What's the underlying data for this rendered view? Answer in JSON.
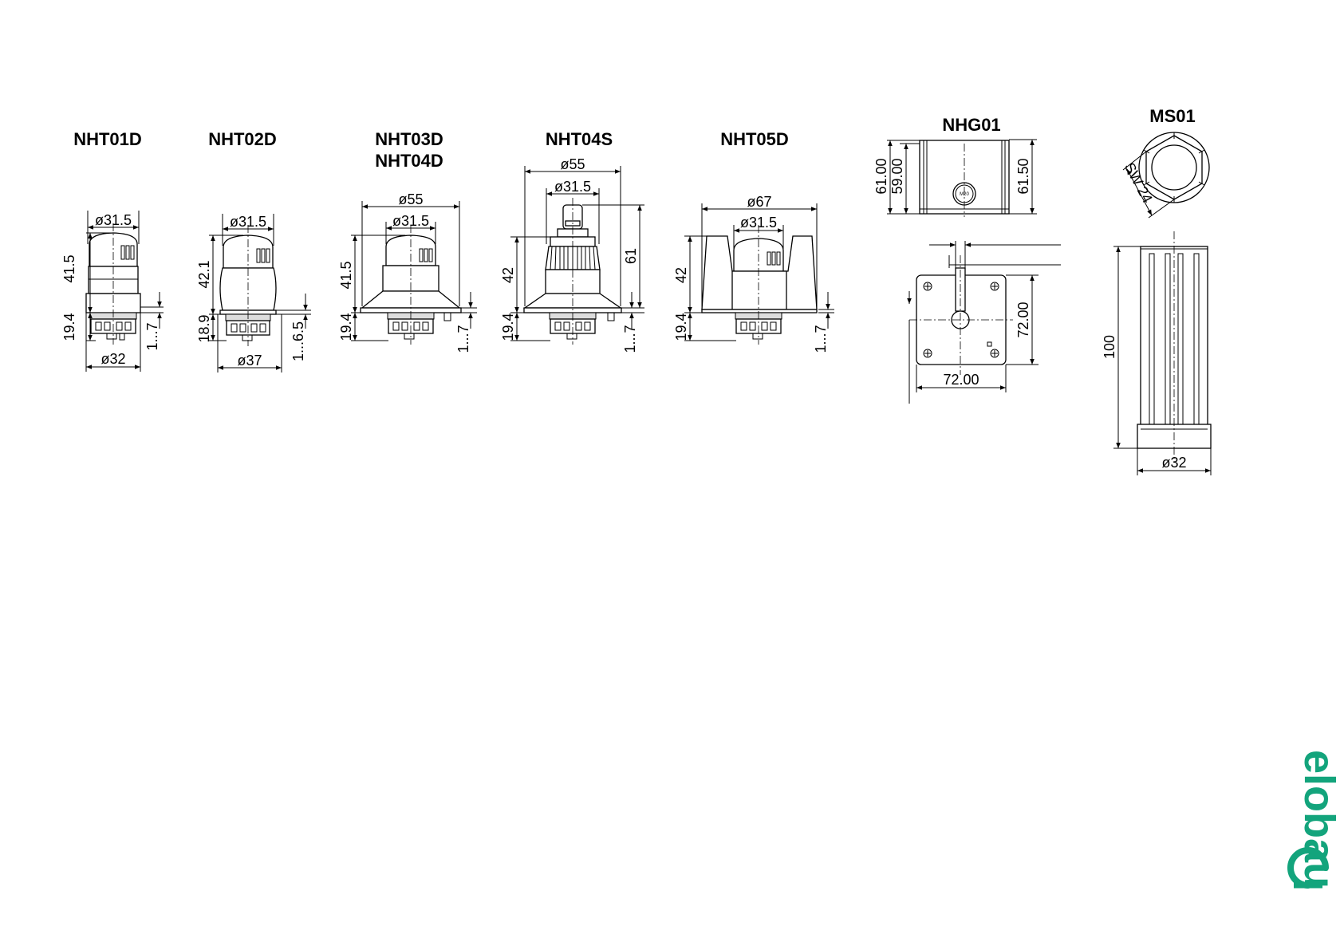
{
  "colors": {
    "brand": "#13a47c",
    "ink": "#000000"
  },
  "brand": {
    "name": "elobau",
    "logo": "elobau-e-logo"
  },
  "products": {
    "nht01d": {
      "title": "NHT01D",
      "dims": {
        "head_dia": "ø31.5",
        "height": "41.5",
        "lower": "19.4",
        "panel": "1...7",
        "base_dia": "ø32"
      }
    },
    "nht02d": {
      "title": "NHT02D",
      "dims": {
        "head_dia": "ø31.5",
        "height": "42.1",
        "lower": "18.9",
        "panel": "1...6.5",
        "base_dia": "ø37"
      }
    },
    "nht03d": {
      "title_line1": "NHT03D",
      "title_line2": "NHT04D",
      "dims": {
        "outer_dia": "ø55",
        "head_dia": "ø31.5",
        "height": "41.5",
        "lower": "19.4",
        "panel": "1...7"
      }
    },
    "nht04s": {
      "title": "NHT04S",
      "dims": {
        "outer_dia": "ø55",
        "head_dia": "ø31.5",
        "height": "42",
        "total": "61",
        "lower": "19.4",
        "panel": "1...7"
      }
    },
    "nht05d": {
      "title": "NHT05D",
      "dims": {
        "outer_dia": "ø67",
        "head_dia": "ø31.5",
        "height": "42",
        "lower": "19.4",
        "panel": "1...7"
      }
    },
    "nhg01": {
      "title": "NHG01",
      "dims": {
        "h_outer": "61.00",
        "h_inner": "59.00",
        "h_right": "61.50",
        "plan_h": "72.00",
        "plan_w": "72.00"
      },
      "gland": "M20"
    },
    "ms01": {
      "title": "MS01",
      "dims": {
        "wrench": "SW 24",
        "length": "100",
        "dia": "ø32"
      }
    }
  }
}
